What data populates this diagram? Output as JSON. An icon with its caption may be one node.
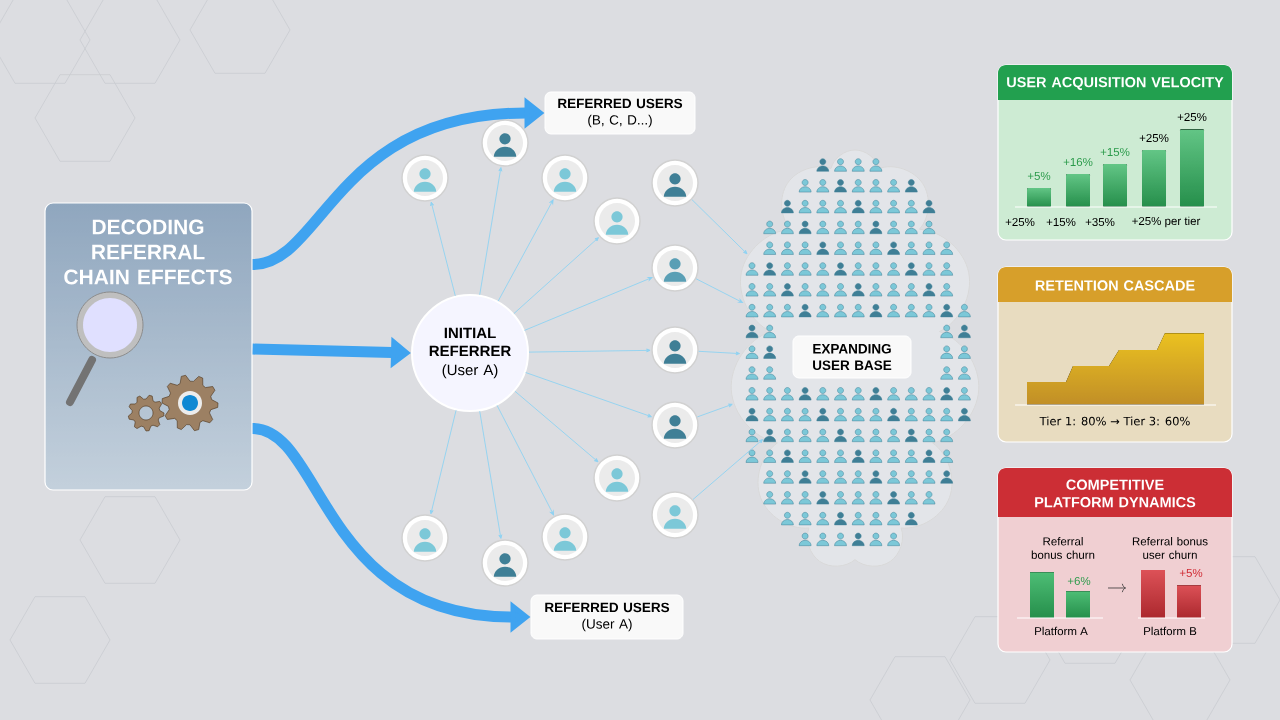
{
  "diagram": {
    "nodes": [
      {
        "text": [
          "DECODING REFERRAL CHAIN EFFECTS"
        ]
      },
      {
        "text": [
          "INITIAL REFERRER",
          "(User A)"
        ]
      },
      {
        "text": [
          "REFERRED USERS",
          "(B, C, D...)"
        ]
      },
      {
        "text": [
          "REFERRED USERS",
          "(User A)"
        ]
      },
      {
        "text": [],
        "shape": "person"
      },
      {
        "text": [],
        "shape": "person"
      },
      {
        "text": [],
        "shape": "person"
      },
      {
        "text": [],
        "shape": "person"
      },
      {
        "text": [],
        "shape": "person"
      },
      {
        "text": [],
        "shape": "person"
      },
      {
        "text": [],
        "shape": "person"
      },
      {
        "text": [],
        "shape": "person"
      },
      {
        "text": [],
        "shape": "person"
      },
      {
        "text": [],
        "shape": "person"
      },
      {
        "text": [],
        "shape": "person"
      },
      {
        "text": [],
        "shape": "person"
      },
      {
        "text": [],
        "shape": "person"
      },
      {
        "text": [],
        "shape": "cloud"
      },
      {
        "text": [
          "EXPANDING USER BASE"
        ],
        "in": 17
      },
      {
        "text": [
          "USER ACQUISITION VELOCITY",
          "+5%",
          "+16%",
          "+15%",
          "+25%",
          "+25%",
          "+25%",
          "+15%",
          "+35%",
          "+25% per tier"
        ]
      },
      {
        "text": [
          "RETENTION CASCADE",
          "Tier 1: 80% → Tier 3: 60%"
        ]
      },
      {
        "text": [
          "COMPETITIVE PLATFORM DYNAMICS",
          "Referral bonus churn",
          "+6%",
          "Referral bonus user churn",
          "+5%",
          "Platform A",
          "Platform B"
        ]
      }
    ],
    "edges": [
      {
        "from": 0,
        "to": 2,
        "arrow": "to",
        "style": "thick",
        "color": "#3fa3f0"
      },
      {
        "from": 0,
        "to": 1,
        "arrow": "to",
        "style": "thick",
        "color": "#3fa3f0"
      },
      {
        "from": 0,
        "to": 3,
        "arrow": "to",
        "style": "thick",
        "color": "#3fa3f0"
      },
      {
        "from": 1,
        "to": 4,
        "arrow": "to"
      },
      {
        "from": 1,
        "to": 5,
        "arrow": "to"
      },
      {
        "from": 1,
        "to": 6,
        "arrow": "to"
      },
      {
        "from": 1,
        "to": 7,
        "arrow": "to"
      },
      {
        "from": 1,
        "to": 9,
        "arrow": "to"
      },
      {
        "from": 1,
        "to": 10,
        "arrow": "to"
      },
      {
        "from": 1,
        "to": 11,
        "arrow": "to"
      },
      {
        "from": 1,
        "to": 12,
        "arrow": "to"
      },
      {
        "from": 1,
        "to": 14,
        "arrow": "to"
      },
      {
        "from": 1,
        "to": 15,
        "arrow": "to"
      },
      {
        "from": 1,
        "to": 16,
        "arrow": "to"
      },
      {
        "from": 8,
        "to": 17,
        "arrow": "to"
      },
      {
        "from": 9,
        "to": 17,
        "arrow": "to"
      },
      {
        "from": 10,
        "to": 17,
        "arrow": "to"
      },
      {
        "from": 11,
        "to": 17,
        "arrow": "to"
      },
      {
        "from": 13,
        "to": 17,
        "arrow": "to"
      }
    ]
  }
}
